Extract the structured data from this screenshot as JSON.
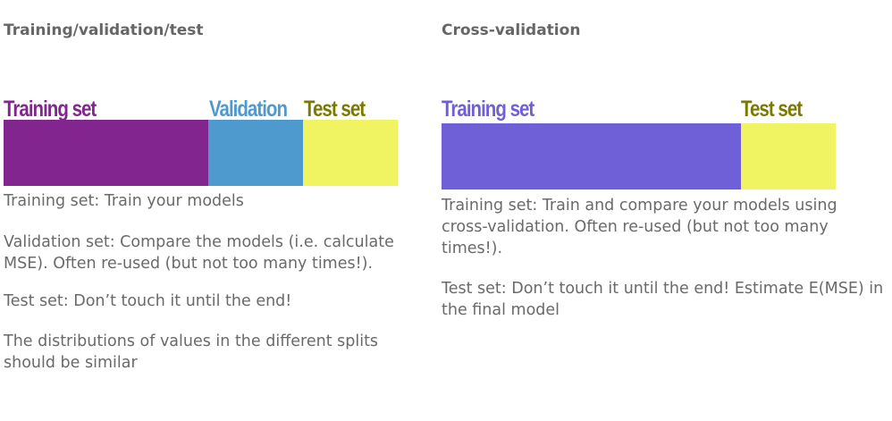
{
  "left": {
    "heading": "Training/validation/test",
    "bars": [
      {
        "label": "Training set",
        "color": "#82258f"
      },
      {
        "label": "Validation",
        "color": "#4e9acf"
      },
      {
        "label": "Test set",
        "color": "#f0f462"
      }
    ],
    "label_colors": {
      "training": "#82258f",
      "validation": "#4e9acf",
      "test": "#7a7a00"
    },
    "paragraphs": [
      "Training set: Train your models",
      "Validation set: Compare the models (i.e. calculate MSE). Often re-used (but not too many times!).",
      "Test set: Don’t touch it until the end!",
      "The distributions of values in the different splits should be similar"
    ]
  },
  "right": {
    "heading": "Cross-validation",
    "bars": [
      {
        "label": "Training set",
        "color": "#7060d8"
      },
      {
        "label": "Test set",
        "color": "#f0f462"
      }
    ],
    "label_colors": {
      "training": "#7060d8",
      "test": "#7a7a00"
    },
    "paragraphs": [
      "Training set: Train and compare your models using cross-validation. Often re-used (but not too many times!).",
      "Test set: Don’t touch it until the end! Estimate E(MSE) in the final model"
    ]
  }
}
